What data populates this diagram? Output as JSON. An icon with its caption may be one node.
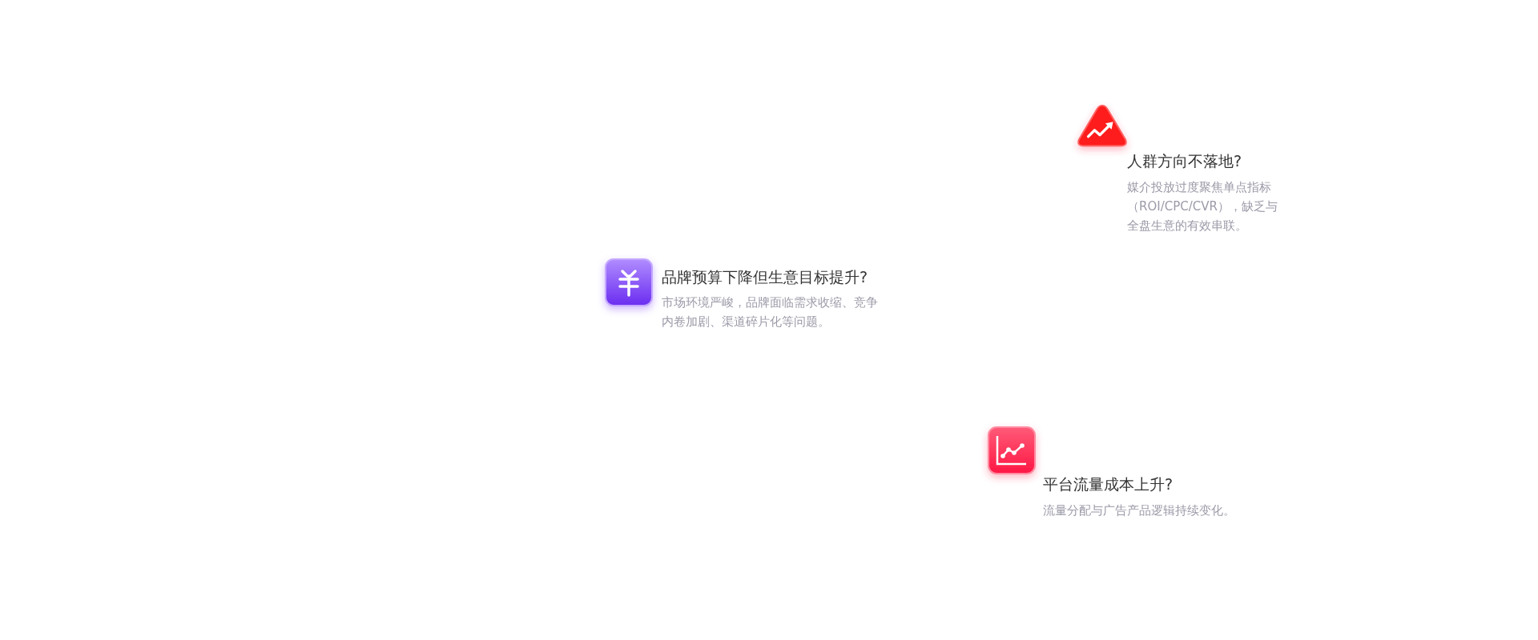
{
  "diagram": {
    "labels": [
      "人群方向不落地?",
      "媒介投放过度聚焦单点指标（ROI/CPC/CVR），缺乏与全盘生意的有效串联。",
      "品牌预算下降但生意目标提升?",
      "市场环境严峻，品牌面临需求收缩、竞争内卷加剧、渠道碎片化等问题。",
      "平台流量成本上升?",
      "流量分配与广告产品逻辑持续变化。"
    ]
  }
}
